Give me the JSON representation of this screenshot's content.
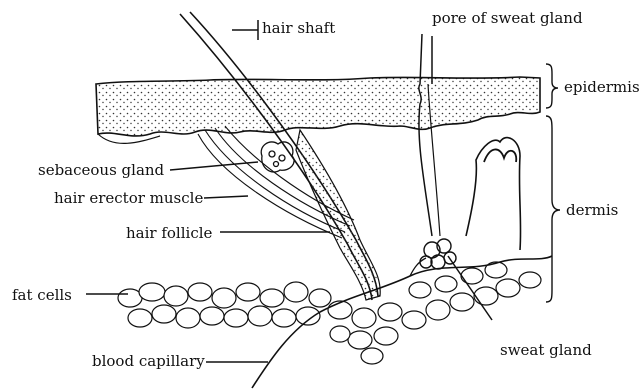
{
  "labels": {
    "hair_shaft": "hair shaft",
    "pore_of_sweat_gland": "pore of sweat gland",
    "epidermis": "epidermis",
    "dermis": "dermis",
    "sebaceous_gland": "sebaceous gland",
    "hair_erector_muscle": "hair erector muscle",
    "hair_follicle": "hair follicle",
    "fat_cells": "fat cells",
    "sweat_gland": "sweat gland",
    "blood_capillary": "blood capillary"
  },
  "colors": {
    "ink": "#111111",
    "background": "#ffffff",
    "dots": "#333333"
  }
}
